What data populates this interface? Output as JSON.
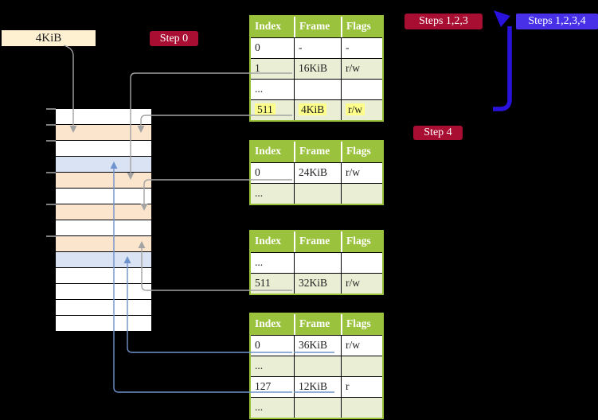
{
  "labels": {
    "frame_size": "4KiB",
    "step0": "Step 0",
    "steps123": "Steps 1,2,3",
    "steps1234": "Steps 1,2,3,4",
    "step4": "Step 4"
  },
  "page_tables": [
    {
      "columns": [
        "Index",
        "Frame",
        "Flags"
      ],
      "rows": [
        {
          "cells": [
            "0",
            "-",
            "-"
          ],
          "shaded": false,
          "highlight": false
        },
        {
          "cells": [
            "1",
            "16KiB",
            "r/w"
          ],
          "shaded": true,
          "highlight": false
        },
        {
          "cells": [
            "...",
            "",
            ""
          ],
          "shaded": false,
          "highlight": false
        },
        {
          "cells": [
            "511",
            "4KiB",
            "r/w"
          ],
          "shaded": true,
          "highlight": true
        }
      ]
    },
    {
      "columns": [
        "Index",
        "Frame",
        "Flags"
      ],
      "rows": [
        {
          "cells": [
            "0",
            "24KiB",
            "r/w"
          ],
          "shaded": false,
          "highlight": false
        },
        {
          "cells": [
            "...",
            "",
            ""
          ],
          "shaded": true,
          "highlight": false
        }
      ]
    },
    {
      "columns": [
        "Index",
        "Frame",
        "Flags"
      ],
      "rows": [
        {
          "cells": [
            "...",
            "",
            ""
          ],
          "shaded": false,
          "highlight": false
        },
        {
          "cells": [
            "511",
            "32KiB",
            "r/w"
          ],
          "shaded": true,
          "highlight": false
        }
      ]
    },
    {
      "columns": [
        "Index",
        "Frame",
        "Flags"
      ],
      "rows": [
        {
          "cells": [
            "0",
            "36KiB",
            "r/w"
          ],
          "shaded": false,
          "highlight": false
        },
        {
          "cells": [
            "...",
            "",
            ""
          ],
          "shaded": true,
          "highlight": false
        },
        {
          "cells": [
            "127",
            "12KiB",
            "r"
          ],
          "shaded": false,
          "highlight": false
        },
        {
          "cells": [
            "...",
            "",
            ""
          ],
          "shaded": true,
          "highlight": false
        }
      ]
    }
  ],
  "memory": {
    "row_count": 14,
    "rows": [
      "white",
      "peach",
      "white",
      "blue",
      "peach",
      "white",
      "peach",
      "white",
      "peach",
      "blue",
      "white",
      "white",
      "white",
      "white"
    ],
    "tick_boundaries": [
      0,
      1,
      2,
      4,
      6,
      8
    ]
  },
  "colors": {
    "header_green": "#9bc23d",
    "row_green": "#e9eed4",
    "mem_white": "#ffffff",
    "mem_peach": "#fce5cd",
    "mem_blue": "#dae3f3",
    "cream": "#fdf1d1",
    "crimson": "#a80d32",
    "step_blue": "#4730e8",
    "yellow": "#feff8a",
    "conn_gray": "#a3a3a3",
    "conn_blue": "#6f93cc",
    "arrow_blue": "#2a12dd",
    "tick_gray": "#7f7f7f",
    "text_dark": "#1c1c1c"
  }
}
